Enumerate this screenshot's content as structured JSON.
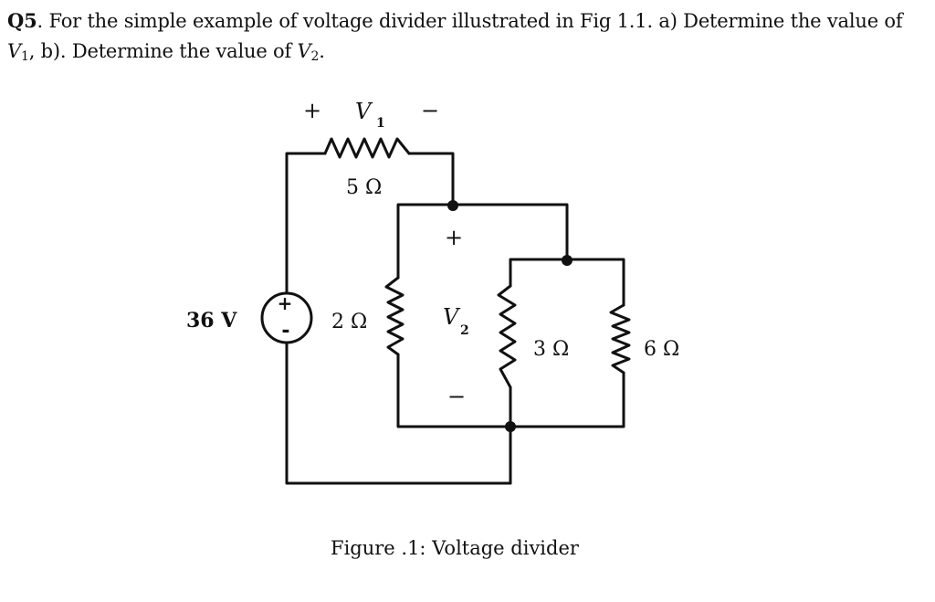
{
  "question": {
    "number": "Q5",
    "text_1": ". For the simple example of voltage divider illustrated in Fig 1.1. a) Determine the value of ",
    "v1_letter": "V",
    "v1_sub": "1",
    "text_2": ", b). Determine the value of ",
    "v2_letter": "V",
    "v2_sub": "2",
    "text_3": "."
  },
  "circuit": {
    "source_label": "36 V",
    "source_plus": "+",
    "source_minus": "-",
    "r1": {
      "label": "5 Ω",
      "voltage_letter": "V",
      "voltage_sub": "1",
      "plus": "+",
      "minus": "−"
    },
    "r2": {
      "label": "2 Ω",
      "voltage_letter": "V",
      "voltage_sub": "2",
      "plus": "+",
      "minus": "−"
    },
    "r3": {
      "label": "3 Ω"
    },
    "r4": {
      "label": "6 Ω"
    }
  },
  "caption": "Figure .1: Voltage divider"
}
